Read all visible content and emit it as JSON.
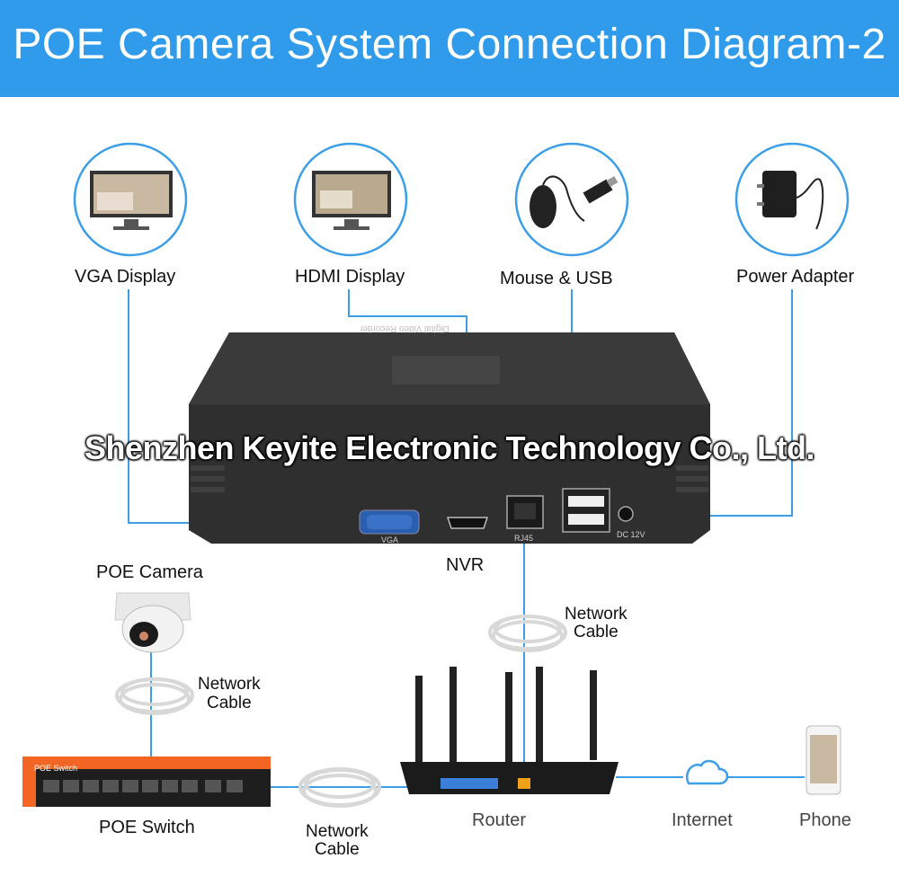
{
  "header": {
    "title": "POE Camera System Connection Diagram-2"
  },
  "devices": {
    "vga_display": "VGA Display",
    "hdmi_display": "HDMI Display",
    "mouse_usb": "Mouse & USB",
    "power_adapter": "Power Adapter",
    "nvr": "NVR",
    "poe_camera": "POE Camera",
    "poe_switch": "POE Switch",
    "router": "Router",
    "internet": "Internet",
    "phone": "Phone"
  },
  "cables": {
    "cable_nvr_router": [
      "Network",
      "Cable"
    ],
    "cable_camera_switch": [
      "Network",
      "Cable"
    ],
    "cable_switch_router": [
      "Network",
      "Cable"
    ]
  },
  "ports": {
    "vga": "VGA",
    "rj45": "RJ45",
    "dc": "DC 12V"
  },
  "nvr_brand": "Digital Video Recorder",
  "switch_brand": "POE Switch",
  "watermark": "Shenzhen Keyite Electronic Technology Co., Ltd.",
  "colors": {
    "header": "#2f9bea",
    "line": "#3b9ee6",
    "device": "#2b2b2b",
    "switch_accent": "#f26522"
  }
}
